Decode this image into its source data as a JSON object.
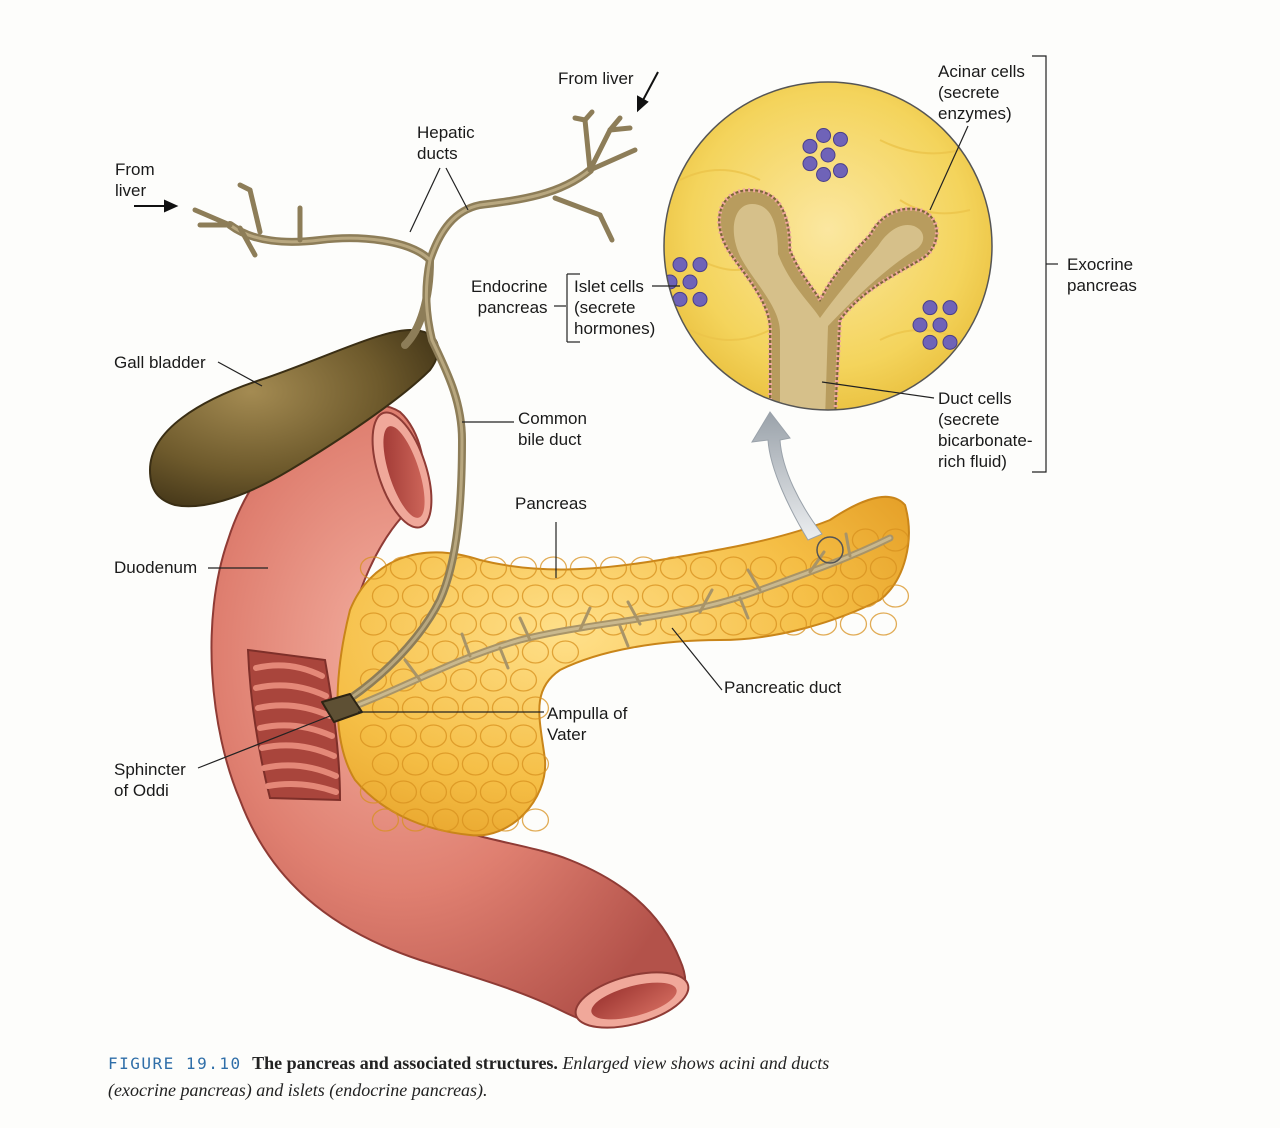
{
  "labels": {
    "from_liver_top": "From liver",
    "hepatic_ducts": "Hepatic\nducts",
    "from_liver_left": "From\nliver",
    "acinar_cells": "Acinar cells\n(secrete\nenzymes)",
    "exocrine_pancreas": "Exocrine\npancreas",
    "endocrine_pancreas": "Endocrine\npancreas",
    "islet_cells": "Islet cells\n(secrete\nhormones)",
    "gall_bladder": "Gall bladder",
    "common_bile_duct": "Common\nbile duct",
    "duct_cells": "Duct cells\n(secrete\nbicarbonate-\nrich fluid)",
    "pancreas": "Pancreas",
    "duodenum": "Duodenum",
    "pancreatic_duct": "Pancreatic duct",
    "ampulla_of_vater": "Ampulla of\nVater",
    "sphincter_of_oddi": "Sphincter\nof Oddi"
  },
  "caption": {
    "figure_number": "FIGURE 19.10",
    "title": "The pancreas and associated structures.",
    "description": "Enlarged view shows acini and ducts (exocrine pancreas) and islets (endocrine pancreas)."
  },
  "colors": {
    "duodenum": "#d9756a",
    "duodenum_dark": "#a8453d",
    "pancreas": "#f2b63a",
    "pancreas_light": "#ffd977",
    "gall_bladder": "#6e5a2c",
    "bile_duct": "#9a8a66",
    "inset_background": "#f7d866",
    "cells": "#6f63b8",
    "leader_lines": "#222222",
    "caption_number": "#2f6ea8"
  }
}
